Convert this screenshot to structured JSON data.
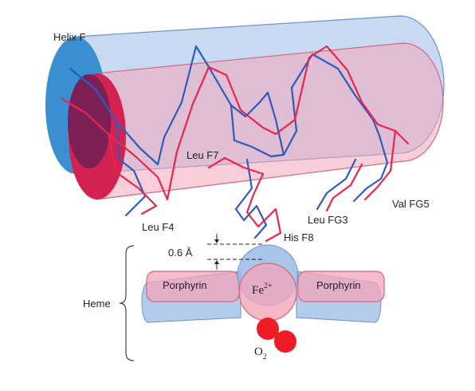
{
  "labels": {
    "helix": "Helix F",
    "leu_f7": "Leu F7",
    "leu_f4": "Leu F4",
    "leu_fg3": "Leu FG3",
    "val_fg5": "Val FG5",
    "his_f8": "His F8",
    "distance": "0.6 Å",
    "heme": "Heme",
    "porphyrin_left": "Porphyrin",
    "porphyrin_right": "Porphyrin",
    "iron": "Fe",
    "iron_charge": "2+",
    "oxygen": "O",
    "oxygen_subscript": "2"
  },
  "colors": {
    "deoxy_state": "#2f5bbf",
    "oxy_state": "#e8264f",
    "oxygen_atom": "#ee1c24",
    "text": "#231f20"
  }
}
